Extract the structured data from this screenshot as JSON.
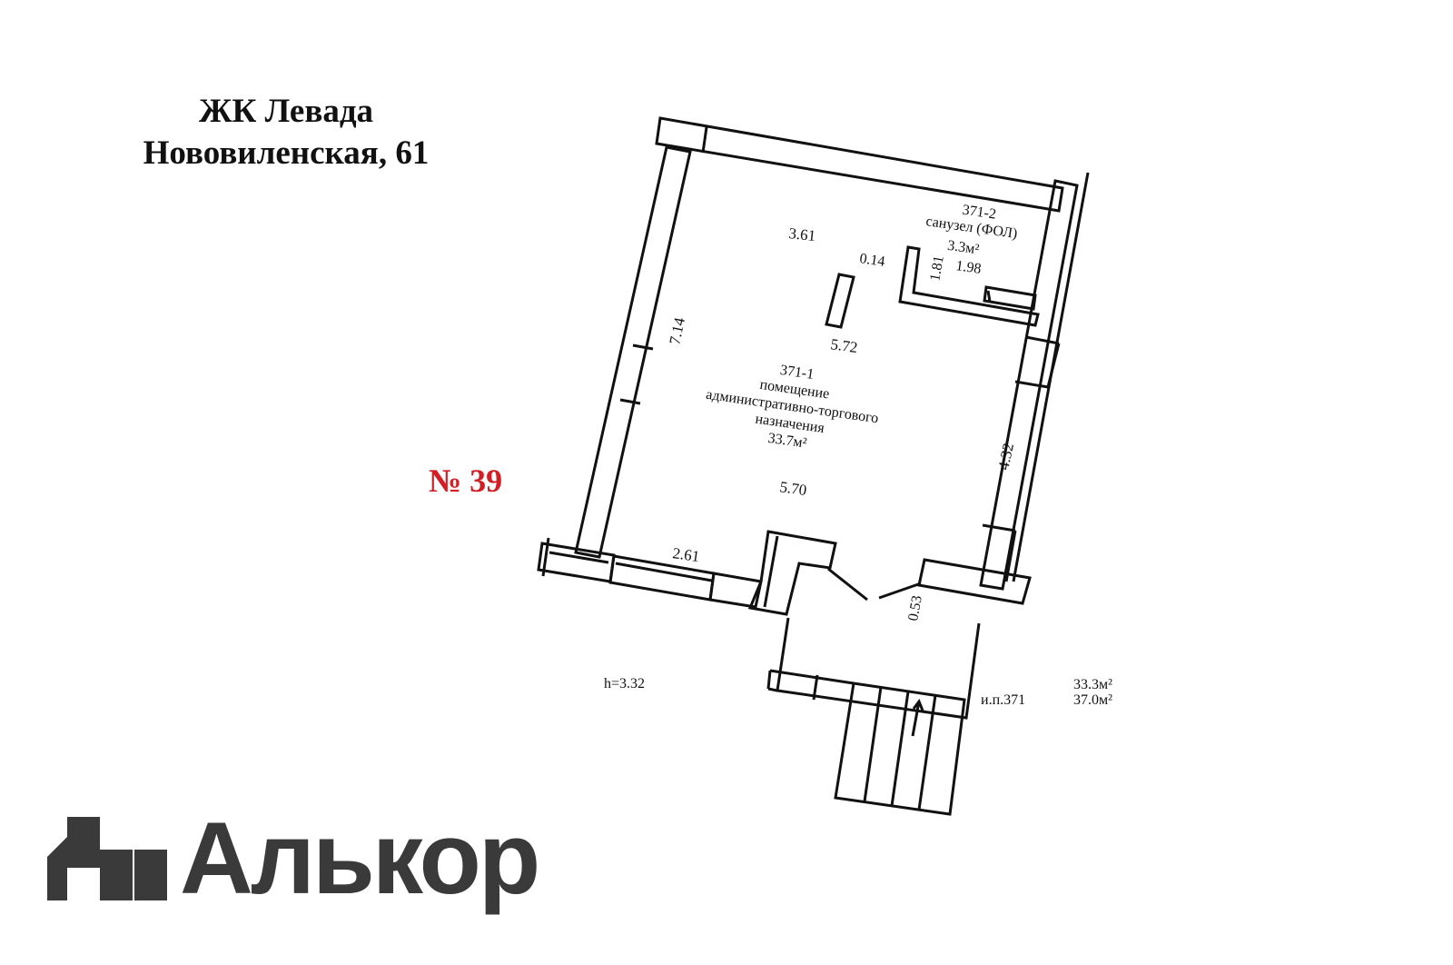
{
  "header": {
    "line1": "ЖК Левада",
    "line2": "Нововиленская, 61"
  },
  "plan_number": "№ 39",
  "plan": {
    "rooms": {
      "main": {
        "code": "371-1",
        "name_line1": "помещение",
        "name_line2": "административно-торгового",
        "name_line3": "назначения",
        "area": "33.7м²"
      },
      "wc": {
        "code": "371-2",
        "name": "санузел (ФОЛ)",
        "area": "3.3м²"
      }
    },
    "dimensions": {
      "top_left": "3.61",
      "left_wall": "7.14",
      "inner_width": "5.72",
      "bottom_width": "5.70",
      "right_wall": "4.32",
      "front_wall": "2.61",
      "wc_wall": "0.14",
      "wc_depth": "1.81",
      "wc_width": "1.98",
      "door_step": "0.53"
    },
    "ceiling_height": "h=3.32",
    "unit_label": "и.п.371",
    "total_area_1": "33.3м²",
    "total_area_2": "37.0м²"
  },
  "brand": {
    "name": "Алькор",
    "logo_icon": "alkor-logo-icon",
    "color": "#3a3a3a"
  },
  "colors": {
    "accent": "#d21f26",
    "text": "#111111"
  }
}
